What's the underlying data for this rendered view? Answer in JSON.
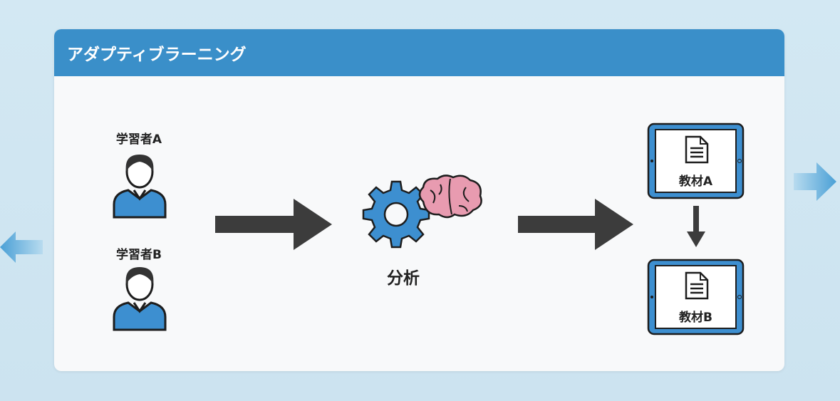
{
  "header": {
    "title": "アダプティブラーニング"
  },
  "learners": [
    {
      "label": "学習者A"
    },
    {
      "label": "学習者B"
    }
  ],
  "analysis": {
    "label": "分析"
  },
  "materials": [
    {
      "label": "教材A"
    },
    {
      "label": "教材B"
    }
  ],
  "colors": {
    "accent": "#3a8fc9",
    "icon_blue": "#3d8fd0",
    "brain": "#e89bb0",
    "arrow": "#3c3c3c"
  }
}
